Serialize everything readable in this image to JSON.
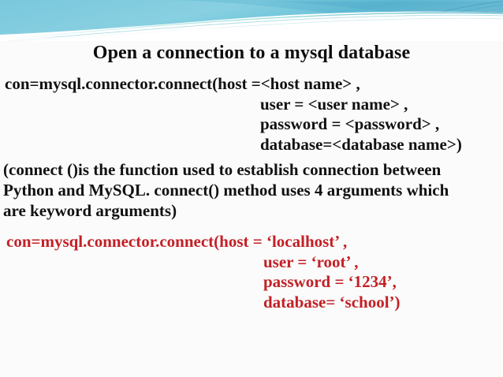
{
  "slide": {
    "title": "Open a connection to a mysql database",
    "background_color": "#fbfbfb",
    "banner": {
      "name": "decorative-wave-banner",
      "base_color": "#7ac7dc",
      "accent_color": "#5fb9d4",
      "deep_color": "#3f9dc0",
      "wave_color": "#ffffff"
    },
    "colors": {
      "title_text": "#0d0d0d",
      "body_text": "#111111",
      "example_text": "#c32026"
    }
  },
  "syntax_block": {
    "lines": [
      "con=mysql.connector.connect(host =<host name> ,",
      "user = <user name> ,",
      "password = <password> ,",
      "database=<database name>)"
    ]
  },
  "note_block": {
    "lines": [
      "(connect ()is the function used to establish connection between",
      "Python and MySQL. connect() method uses 4 arguments which",
      "are keyword arguments)"
    ]
  },
  "example_block": {
    "lines": [
      "con=mysql.connector.connect(host = ‘localhost’ ,",
      "user = ‘root’ ,",
      "password = ‘1234’,",
      "database= ‘school’)"
    ]
  }
}
